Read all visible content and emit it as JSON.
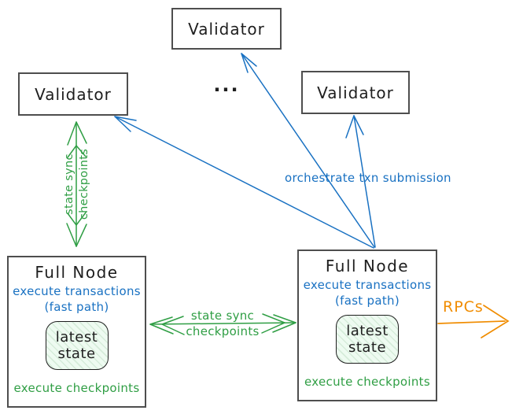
{
  "colors": {
    "blue": "#1971c2",
    "green": "#2f9e44",
    "orange": "#f08c00",
    "ink": "#1e1e1e",
    "box_border": "#4e4e4e"
  },
  "validators": {
    "top": "Validator",
    "left": "Validator",
    "right": "Validator"
  },
  "ellipsis": "...",
  "full_nodes": {
    "left": {
      "title": "Full Node",
      "exec_fast": "execute transactions",
      "fast_path": "(fast path)",
      "state": "latest\nstate",
      "footer": "execute checkpoints"
    },
    "right": {
      "title": "Full Node",
      "exec_fast": "execute transactions",
      "fast_path": "(fast path)",
      "state": "latest\nstate",
      "footer": "execute checkpoints"
    }
  },
  "labels": {
    "vertical_sync": "state sync\ncheckpoints",
    "horizontal_sync": "state sync\ncheckpoints",
    "orchestrate": "orchestrate txn submission",
    "rpcs": "RPCs"
  }
}
